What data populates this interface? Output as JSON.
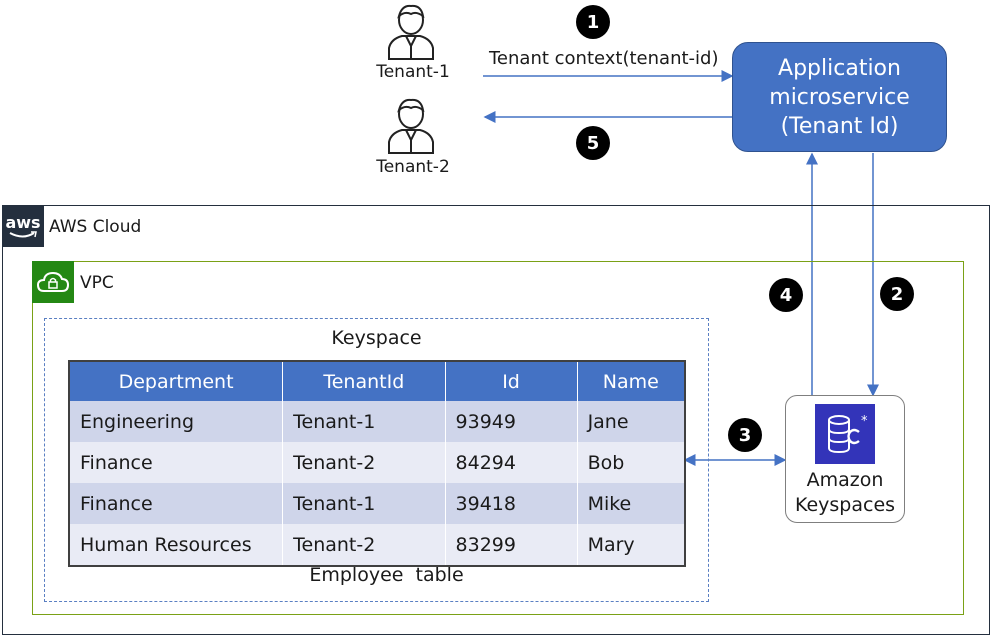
{
  "tenants": [
    {
      "label": "Tenant-1"
    },
    {
      "label": "Tenant-2"
    }
  ],
  "steps": {
    "s1": "1",
    "s2": "2",
    "s3": "3",
    "s4": "4",
    "s5": "5"
  },
  "arrow_label": "Tenant context(tenant-id)",
  "app": {
    "line1": "Application",
    "line2": "microservice",
    "line3": "(Tenant Id)"
  },
  "aws_cloud": {
    "label": "AWS Cloud",
    "logo_text": "aws"
  },
  "vpc": {
    "label": "VPC"
  },
  "keyspace": {
    "title": "Keyspace",
    "caption": "Employee  table"
  },
  "table": {
    "headers": [
      "Department",
      "TenantId",
      "Id",
      "Name"
    ],
    "rows": [
      [
        "Engineering",
        "Tenant-1",
        "93949",
        "Jane"
      ],
      [
        "Finance",
        "Tenant-2",
        "84294",
        "Bob"
      ],
      [
        "Finance",
        "Tenant-1",
        "39418",
        "Mike"
      ],
      [
        "Human Resources",
        "Tenant-2",
        "83299",
        "Mary"
      ]
    ]
  },
  "keyspaces_service": {
    "line1": "Amazon",
    "line2": "Keyspaces"
  },
  "colors": {
    "app_blue": "#4472c4",
    "vpc_green": "#248814",
    "aws_dark": "#242f3e",
    "keyspaces_purple": "#3334b9"
  }
}
